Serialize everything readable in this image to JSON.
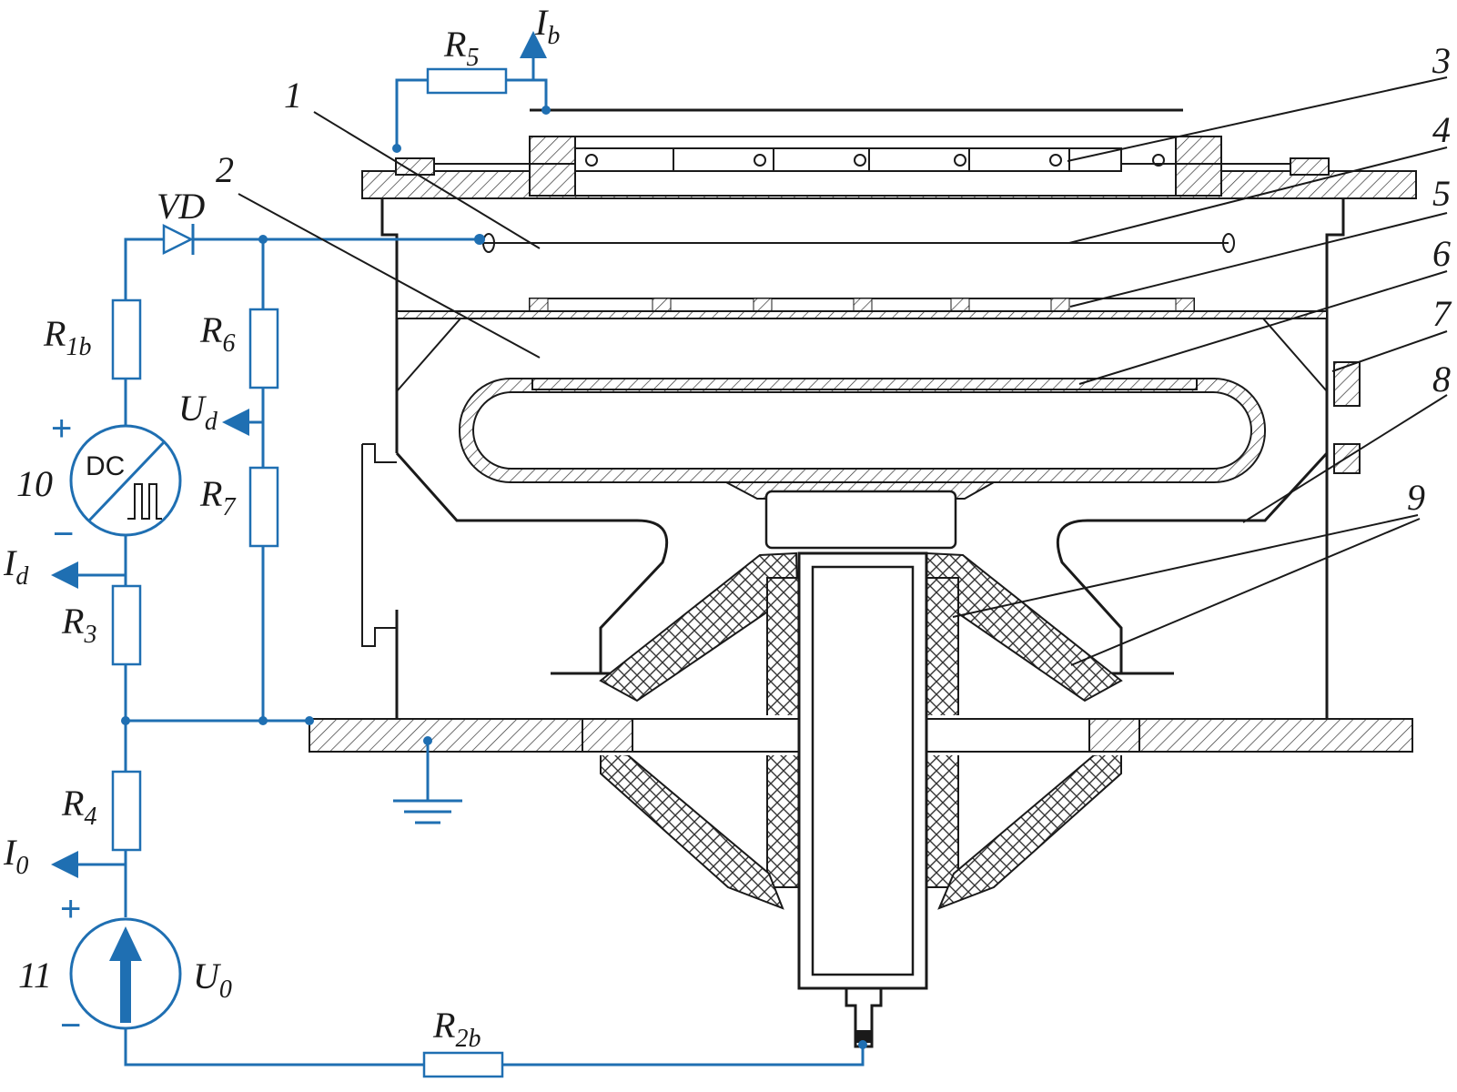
{
  "figure": {
    "part_numbers": [
      "1",
      "2",
      "3",
      "4",
      "5",
      "6",
      "7",
      "8",
      "9",
      "10",
      "11"
    ],
    "components": {
      "R5": {
        "main": "R",
        "sub": "5"
      },
      "R1b": {
        "main": "R",
        "sub": "1b"
      },
      "R6": {
        "main": "R",
        "sub": "6"
      },
      "R7": {
        "main": "R",
        "sub": "7"
      },
      "R3": {
        "main": "R",
        "sub": "3"
      },
      "R4": {
        "main": "R",
        "sub": "4"
      },
      "R2b": {
        "main": "R",
        "sub": "2b"
      },
      "VD": {
        "main": "VD"
      }
    },
    "signals": {
      "Ib": {
        "main": "I",
        "sub": "b"
      },
      "Ud": {
        "main": "U",
        "sub": "d"
      },
      "Id": {
        "main": "I",
        "sub": "d"
      },
      "I0": {
        "main": "I",
        "sub": "0"
      },
      "U0": {
        "main": "U",
        "sub": "0"
      }
    },
    "sources": {
      "dc_text": "DC",
      "plus": "+",
      "minus": "−"
    },
    "colors": {
      "wire": "#1f6fb2",
      "line": "#1a1a1a",
      "hatch": "#333333"
    }
  }
}
